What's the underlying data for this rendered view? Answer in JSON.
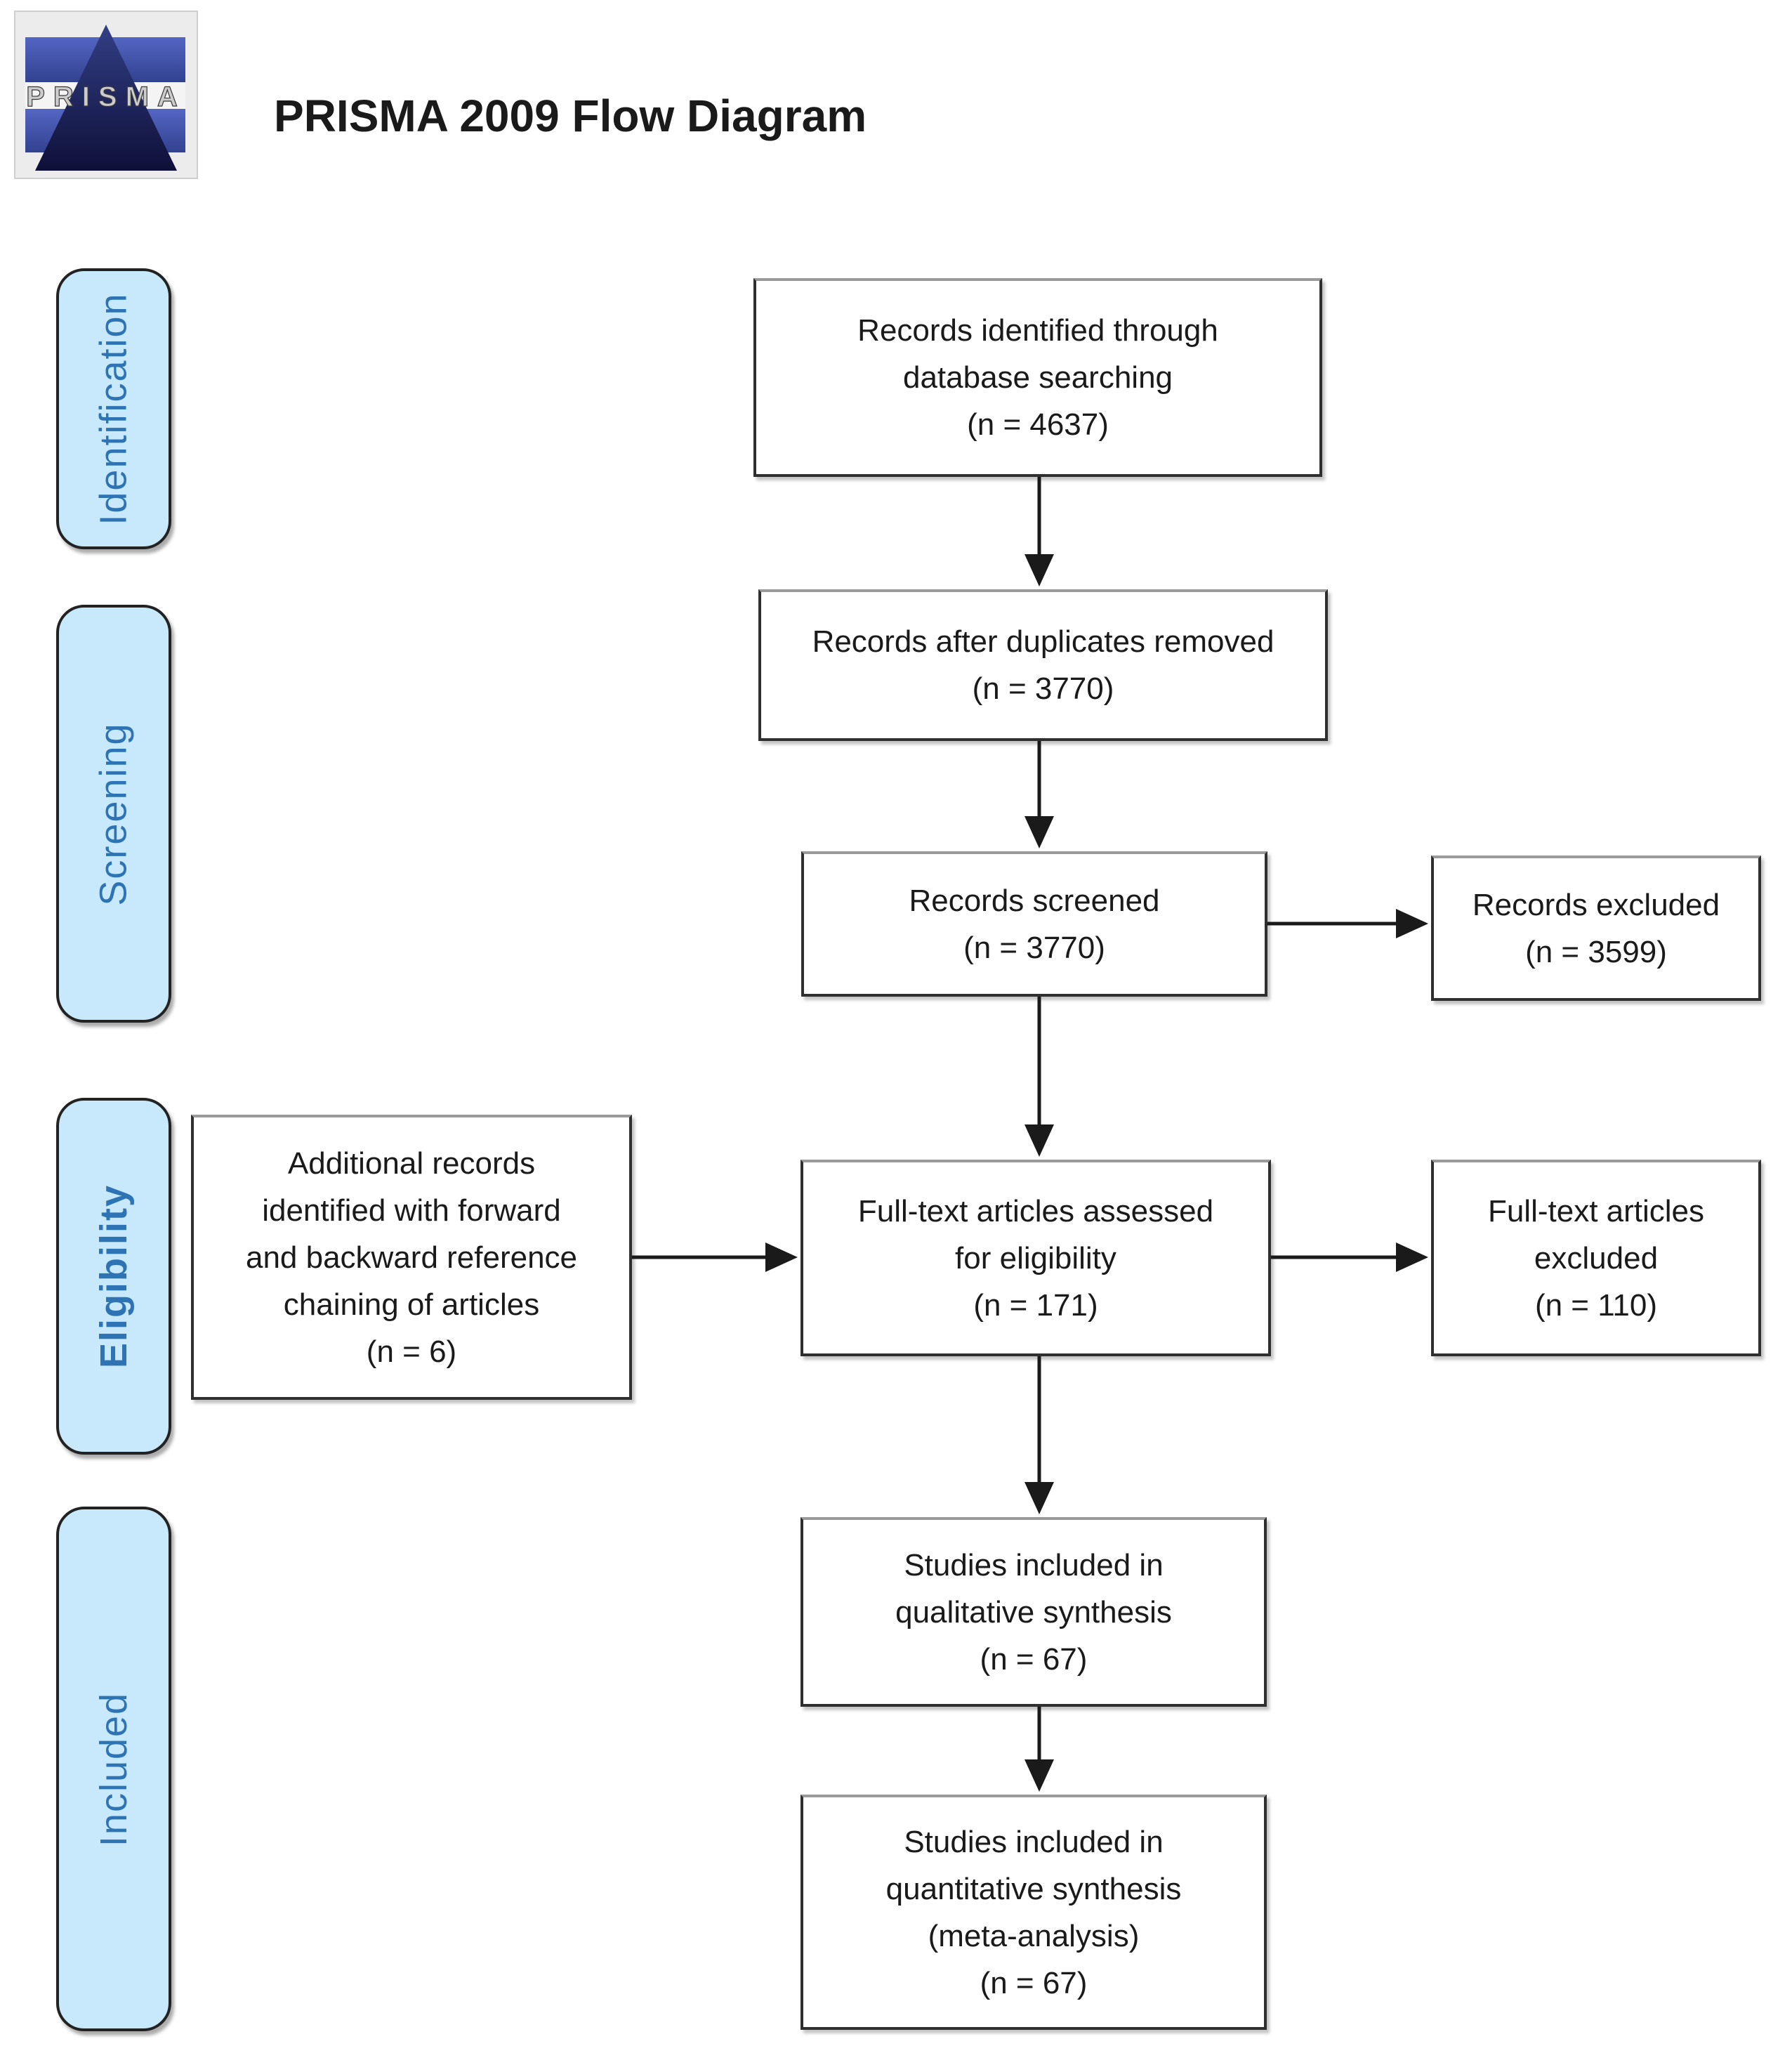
{
  "header": {
    "logo_text": "PRISMA",
    "title": "PRISMA 2009 Flow Diagram"
  },
  "stages": [
    {
      "label": "Identification"
    },
    {
      "label": "Screening"
    },
    {
      "label": "Eligibility"
    },
    {
      "label": "Included"
    }
  ],
  "boxes": {
    "records_identified": {
      "lines": [
        "Records identified through",
        "database searching",
        "(n = 4637)"
      ]
    },
    "records_after_duplicates": {
      "lines": [
        "Records after duplicates removed",
        "(n = 3770)"
      ]
    },
    "records_screened": {
      "lines": [
        "Records screened",
        "(n = 3770)"
      ]
    },
    "records_excluded": {
      "lines": [
        "Records excluded",
        "(n = 3599)"
      ]
    },
    "additional_records": {
      "lines": [
        "Additional records",
        "identified with forward",
        "and backward reference",
        "chaining of articles",
        "(n = 6)"
      ]
    },
    "fulltext_assessed": {
      "lines": [
        "Full-text articles assessed",
        "for eligibility",
        "(n = 171)"
      ]
    },
    "fulltext_excluded": {
      "lines": [
        "Full-text articles",
        "excluded",
        "(n = 110)"
      ]
    },
    "qualitative_synthesis": {
      "lines": [
        "Studies included in",
        "qualitative synthesis",
        "(n = 67)"
      ]
    },
    "quantitative_synthesis": {
      "lines": [
        "Studies included in",
        "quantitative synthesis",
        "(meta-analysis)",
        "(n = 67)"
      ]
    }
  },
  "colors": {
    "stage_fill": "#C7E9FB",
    "stage_border": "#222222",
    "stage_text": "#2E74B5",
    "box_bg": "#FFFFFF",
    "box_border": "#2F2F2F",
    "box_border_top": "#9A9A9A",
    "box_text": "#1A1A1A",
    "arrow": "#1A1A1A",
    "title": "#1A1A1A",
    "logo_bg": "#ECECEC",
    "logo_bar": "#4053B2",
    "logo_triangle": "#171A4E",
    "logo_letters": "#CCCCCC"
  }
}
